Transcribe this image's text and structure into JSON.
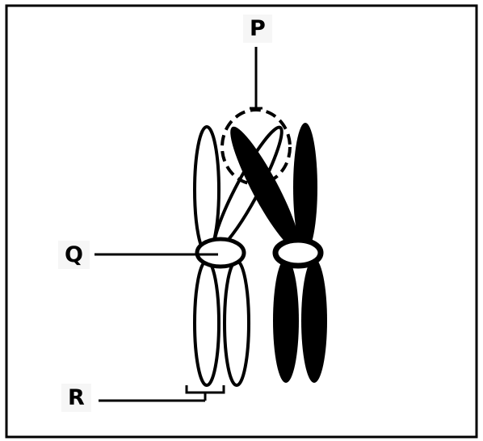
{
  "labels": {
    "p": "P",
    "q": "Q",
    "r": "R"
  },
  "colors": {
    "frame": "#000000",
    "background": "#ffffff",
    "light_chromosome_fill": "#ffffff",
    "dark_chromosome_fill": "#000000",
    "label_background": "#f6f6f6"
  }
}
